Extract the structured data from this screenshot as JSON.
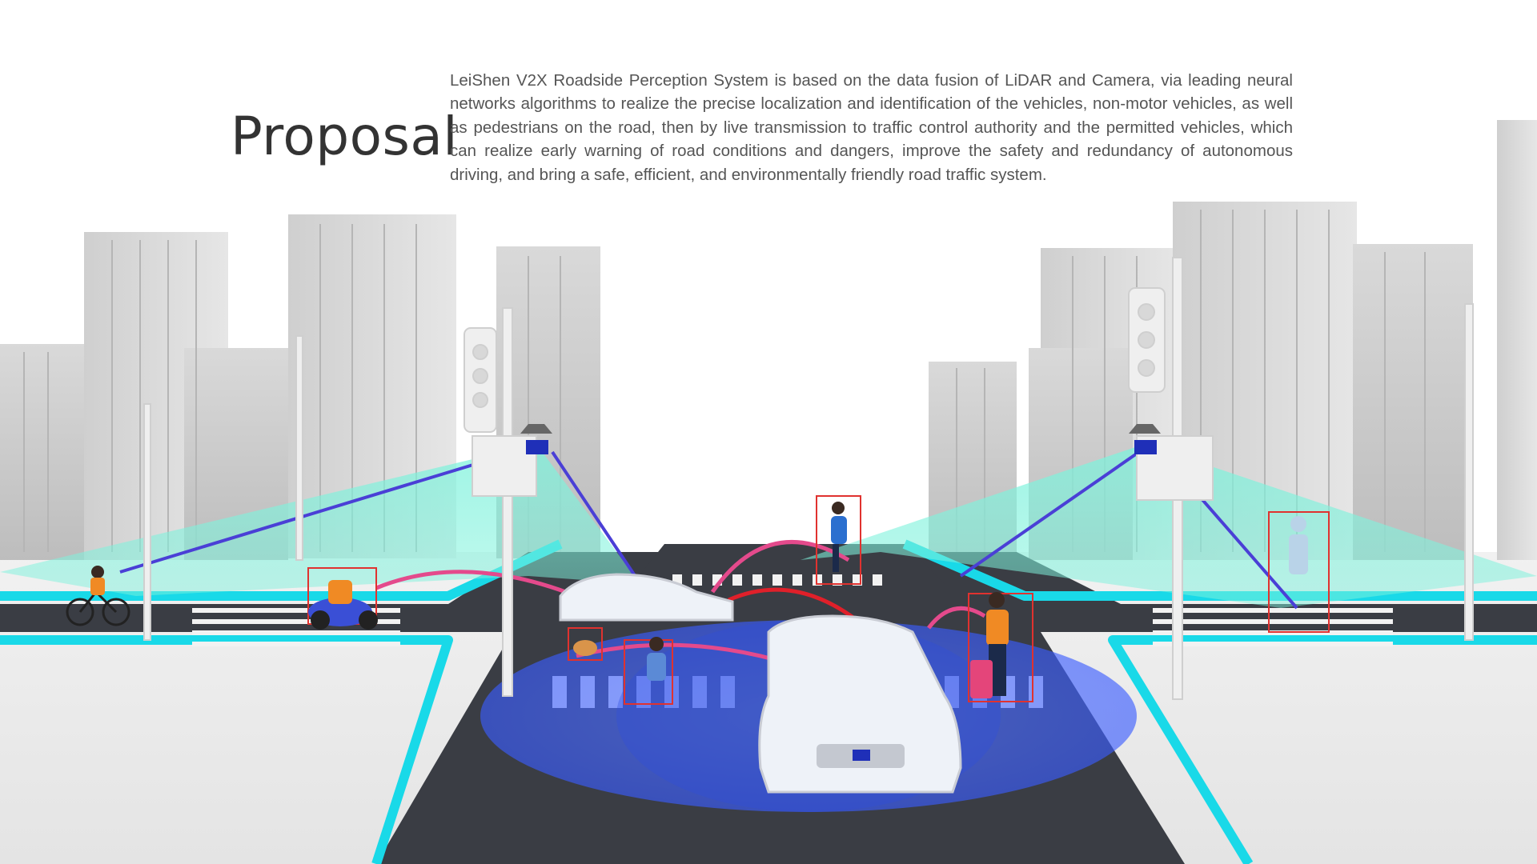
{
  "header": {
    "title": "Proposal",
    "description": "LeiShen V2X Roadside Perception System is based on the data fusion of LiDAR and Camera, via leading neural networks algorithms to realize the precise localization and identification of the vehicles, non-motor vehicles, as well as pedestrians on the road, then by live transmission to traffic control authority and the permitted vehicles, which can realize early warning of road conditions and dangers, improve the safety and redundancy of autonomous driving, and bring a safe, efficient, and environmentally friendly road traffic system."
  },
  "colors": {
    "background": "#ffffff",
    "title_text": "#333333",
    "body_text": "#555555",
    "road": "#3a3d44",
    "curb_cyan": "#19d9e8",
    "sensor_beam": "#7ff2dc",
    "detection_blue": "#3a5cff",
    "bounding_box": "#e0322f",
    "link_arc_red": "#e0202a",
    "link_arc_pink": "#e44a8c"
  },
  "illustration": {
    "scene": "city-intersection",
    "icons": [
      "lidar-sensor-icon",
      "traffic-light-icon",
      "car-icon",
      "bicycle-icon",
      "scooter-icon",
      "pedestrian-icon",
      "dog-icon",
      "luggage-icon"
    ]
  }
}
